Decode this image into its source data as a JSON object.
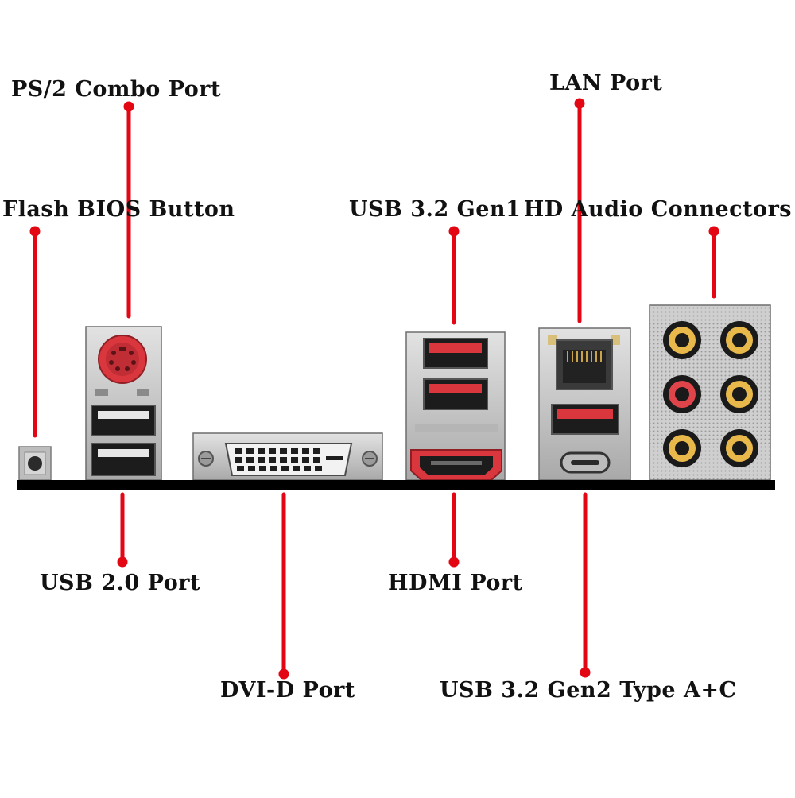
{
  "colors": {
    "leader": "#e30613",
    "label_text": "#111111",
    "baseline": "#000000",
    "port_red": "#d9363e",
    "metal": "#c9c9c9",
    "jack_gold": "#e8b84a",
    "jack_red": "#e0444b"
  },
  "labels": {
    "ps2": "PS/2 Combo Port",
    "flash": "Flash BIOS Button",
    "usb32gen1": "USB 3.2 Gen1",
    "lan": "LAN Port",
    "hdaudio": "HD Audio Connectors",
    "usb20": "USB 2.0 Port",
    "dvid": "DVI-D Port",
    "hdmi": "HDMI Port",
    "usb32gen2": "USB 3.2 Gen2 Type A+C"
  }
}
